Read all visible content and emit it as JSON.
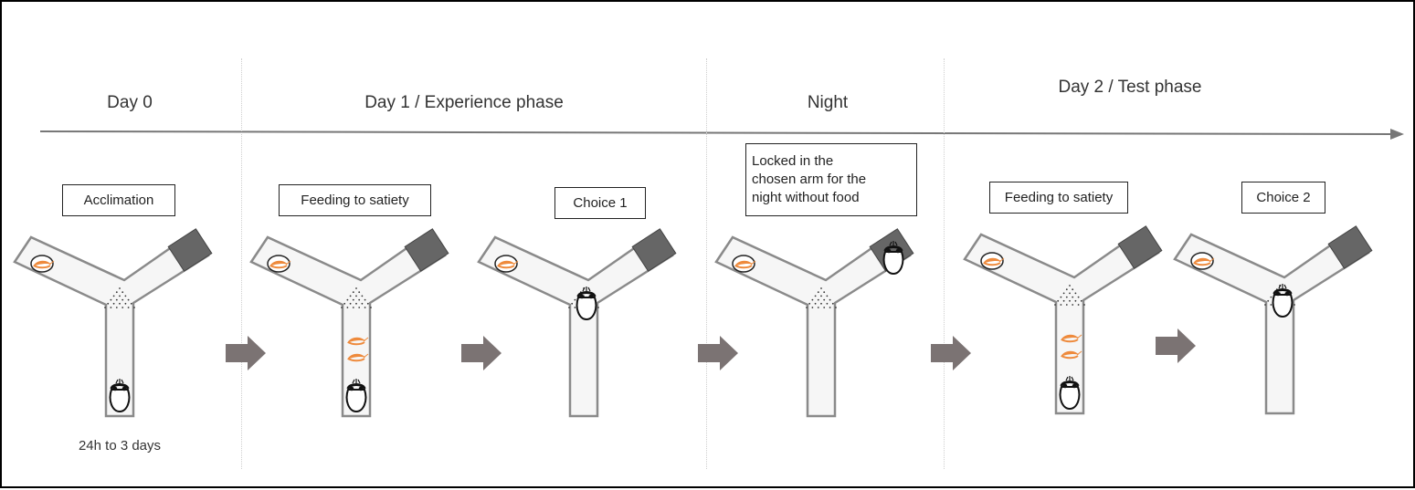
{
  "phases": [
    {
      "title": "Day 0"
    },
    {
      "title": "Day 1 / Experience phase"
    },
    {
      "title": "Night"
    },
    {
      "title": "Day 2 / Test phase"
    }
  ],
  "steps": [
    {
      "label": "Acclimation",
      "note": "24h to 3 days",
      "cuttlefish": "start-arm",
      "shrimp_count": 0,
      "darkened": false
    },
    {
      "label": "Feeding to satiety",
      "cuttlefish": "start-arm",
      "shrimp_count": 2,
      "darkened": false
    },
    {
      "label": "Choice 1",
      "cuttlefish": "junction",
      "shrimp_count": 0,
      "darkened": false
    },
    {
      "label": "Locked in the\nchosen arm for the\nnight without food",
      "cuttlefish": "dark-arm",
      "shrimp_count": 0,
      "darkened": true
    },
    {
      "label": "Feeding to satiety",
      "cuttlefish": "start-arm",
      "shrimp_count": 2,
      "darkened": false
    },
    {
      "label": "Choice 2",
      "cuttlefish": "junction",
      "shrimp_count": 0,
      "darkened": false
    }
  ],
  "colors": {
    "maze_fill": "#f6f6f6",
    "maze_stroke": "#8a8a8a",
    "dark_square": "#666666",
    "arrow": "#7b7373",
    "shrimp": "#ee8a3c",
    "timeline": "#777777"
  }
}
